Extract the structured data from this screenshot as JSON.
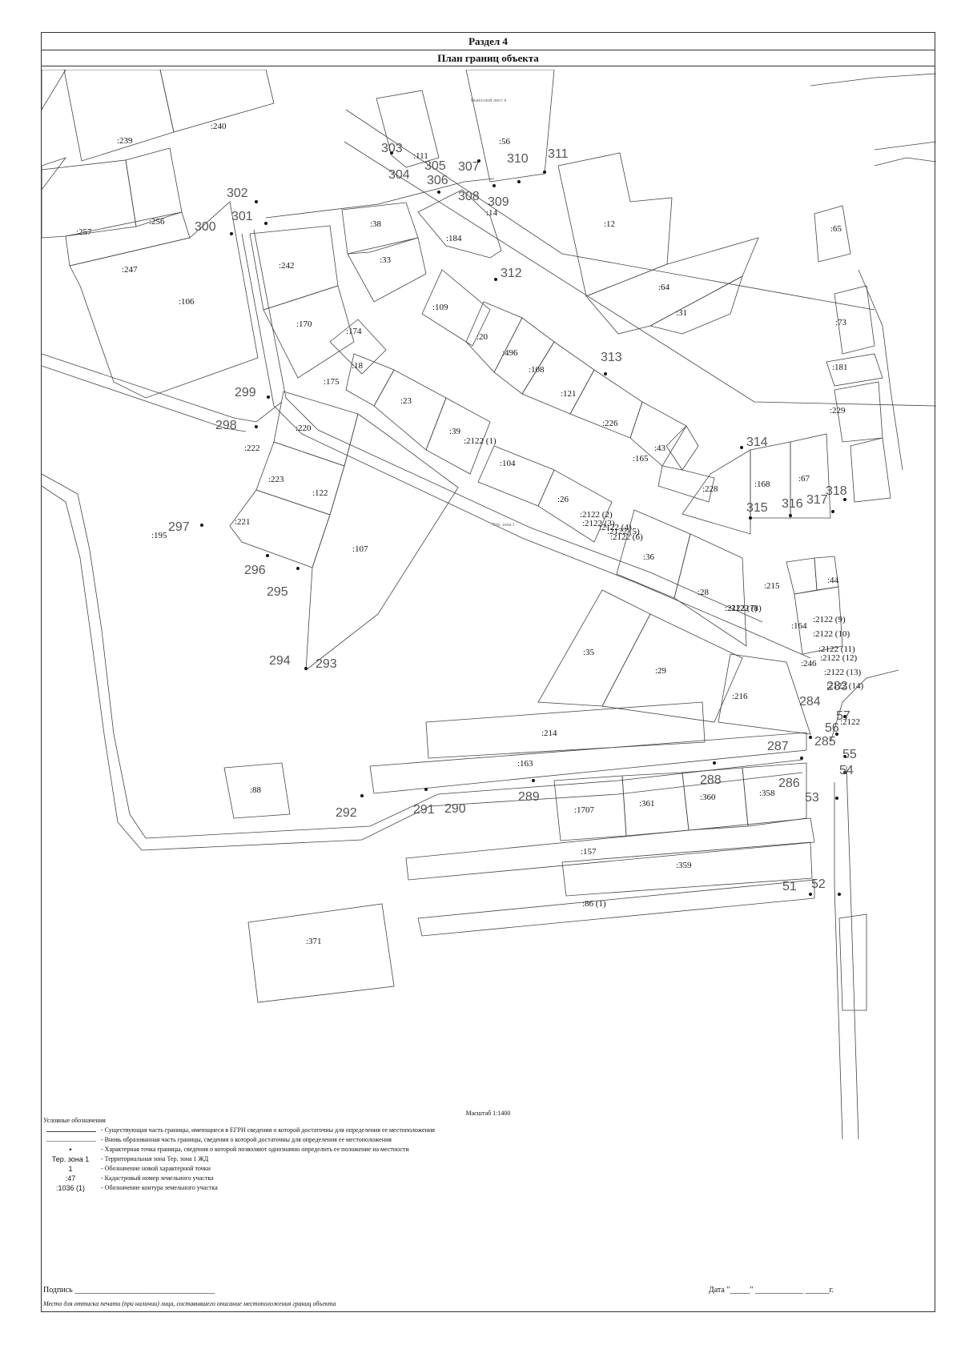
{
  "header": {
    "section": "Раздел 4",
    "plan_title": "План границ объекта",
    "sheet_label": "Выносной лист 4"
  },
  "map": {
    "zone_label": "Тер. зона 1",
    "plots": [
      ":239",
      ":240",
      ":257",
      ":256",
      ":247",
      ":106",
      ":111",
      ":56",
      ":14",
      ":38",
      ":33",
      ":184",
      ":12",
      ":65",
      ":242",
      ":64",
      ":31",
      ":170",
      ":109",
      ":73",
      ":174",
      ":20",
      ":496",
      ":18",
      ":175",
      ":108",
      ":181",
      ":23",
      ":121",
      ":229",
      ":220",
      ":39",
      ":2122 (1)",
      ":226",
      ":43",
      ":222",
      ":165",
      ":223",
      ":104",
      ":228",
      ":168",
      ":67",
      ":122",
      ":26",
      ":221",
      ":195",
      ":2122 (2)",
      ":2122 (3)",
      ":2122 (4)",
      ":2122 (5)",
      ":2122 (6)",
      ":107",
      ":36",
      ":215",
      ":44",
      ":28",
      ":2122 (7)",
      ":2122 (8)",
      ":164",
      ":2122 (9)",
      ":2122 (10)",
      ":2122 (11)",
      ":2122 (12)",
      ":246",
      ":2122 (13)",
      ":2122 (14)",
      ":35",
      ":29",
      ":216",
      ":2122",
      ":214",
      ":163",
      ":88",
      ":1707",
      ":361",
      ":360",
      ":358",
      ":157",
      ":359",
      ":86 (1)",
      ":371"
    ],
    "points": [
      "303",
      "305",
      "307",
      "310",
      "311",
      "304",
      "306",
      "308",
      "309",
      "302",
      "301",
      "300",
      "312",
      "313",
      "299",
      "298",
      "314",
      "297",
      "318",
      "315",
      "316",
      "317",
      "296",
      "295",
      "294",
      "293",
      "284",
      "283",
      "57",
      "56",
      "285",
      "55",
      "54",
      "287",
      "288",
      "286",
      "53",
      "289",
      "290",
      "291",
      "292",
      "51",
      "52"
    ]
  },
  "scale_label": "Масштаб 1:1400",
  "legend": {
    "title": "Условные обозначения",
    "items": [
      {
        "symbol": "",
        "text": "- Существующая часть границы, имеющиеся в ЕГРН сведения о которой достаточны для определения ее местоположения"
      },
      {
        "symbol": "",
        "text": "- Вновь образованная часть границы, сведения о которой достаточны для определения ее местоположения"
      },
      {
        "symbol": "•",
        "text": "- Характерная точка границы, сведения о которой позволяют однозначно определить ее положение на местности"
      },
      {
        "symbol": "Тер. зона 1",
        "text": "- Территориальная зона Тер. зона 1     ЖД"
      },
      {
        "symbol": "1",
        "text": "- Обозначение новой характерной точки"
      },
      {
        "symbol": ":47",
        "text": "- Кадастровый номер земельного участка"
      },
      {
        "symbol": ":1036 (1)",
        "text": "- Обозначение контура земельного участка"
      }
    ]
  },
  "footer": {
    "signature": "Подпись ___________________________________",
    "date": "Дата \"_____\" ____________ ______г.",
    "stamp_note": "Место для оттиска печати (при наличии) лица, составившего описание местоположения границ объекта"
  }
}
